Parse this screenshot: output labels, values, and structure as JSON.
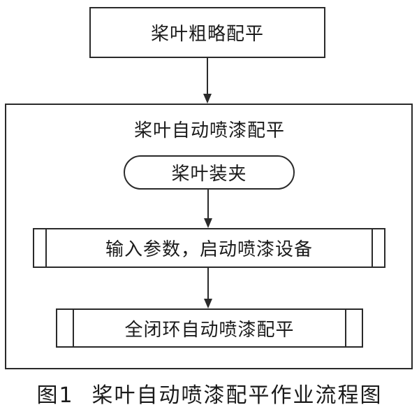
{
  "flowchart": {
    "rough_balancing": "桨叶粗略配平",
    "auto_balancing_title": "桨叶自动喷漆配平",
    "blade_clamping": "桨叶装夹",
    "input_params": "输入参数，启动喷漆设备",
    "closed_loop": "全闭环自动喷漆配平"
  },
  "caption": {
    "figure_number": "图1",
    "title": "桨叶自动喷漆配平作业流程图"
  }
}
